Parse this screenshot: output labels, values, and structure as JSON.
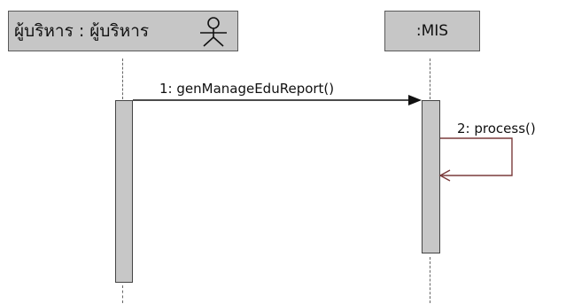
{
  "diagram": {
    "objects": {
      "actor": {
        "label": "ผู้บริหาร : ผู้บริหาร"
      },
      "system": {
        "label": ":MIS"
      }
    },
    "messages": [
      {
        "number": "1",
        "text": "1: genManageEduReport()"
      },
      {
        "number": "2",
        "text": "2: process()"
      }
    ]
  }
}
